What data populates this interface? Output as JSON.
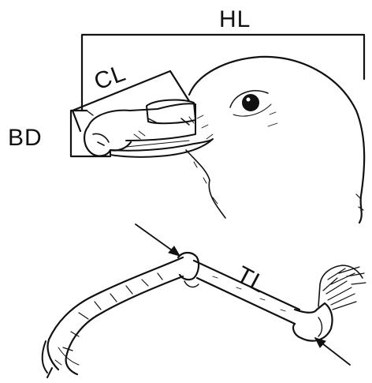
{
  "labels": {
    "head_length": "HL",
    "culmen_length": "CL",
    "bill_depth": "BD",
    "tarsus_length": "TL"
  },
  "colors": {
    "ink": "#111111",
    "background": "#ffffff"
  }
}
